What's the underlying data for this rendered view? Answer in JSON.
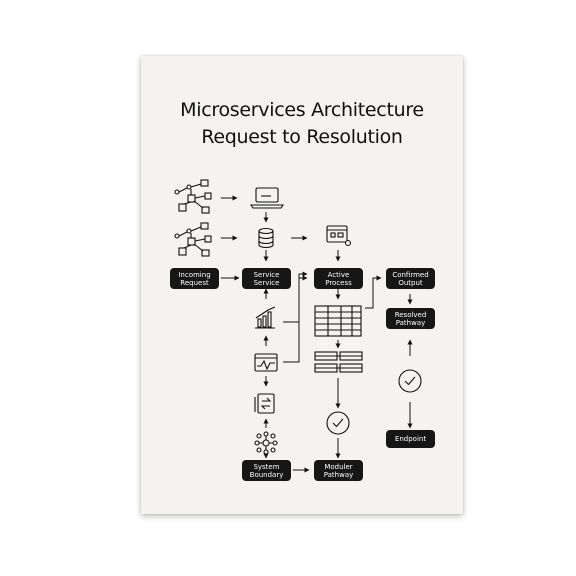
{
  "title": {
    "line1": "Microservices Architecture",
    "line2": "Request to Resolution"
  },
  "nodes": {
    "incoming_request": [
      "Incoming",
      "Request"
    ],
    "service_service": [
      "Service",
      "Service"
    ],
    "active_process": [
      "Active",
      "Process"
    ],
    "confirmed_output": [
      "Confirmed",
      "Output"
    ],
    "resolved_pathway": [
      "Resolved",
      "Pathway"
    ],
    "endpoint": [
      "Endpoint"
    ],
    "system_boundary": [
      "System",
      "Boundary"
    ],
    "moduler_pathway": [
      "Moduler",
      "Pathway"
    ]
  },
  "colors": {
    "pill": "#161616",
    "paper": "#f4f3f0",
    "ink": "#111111"
  }
}
